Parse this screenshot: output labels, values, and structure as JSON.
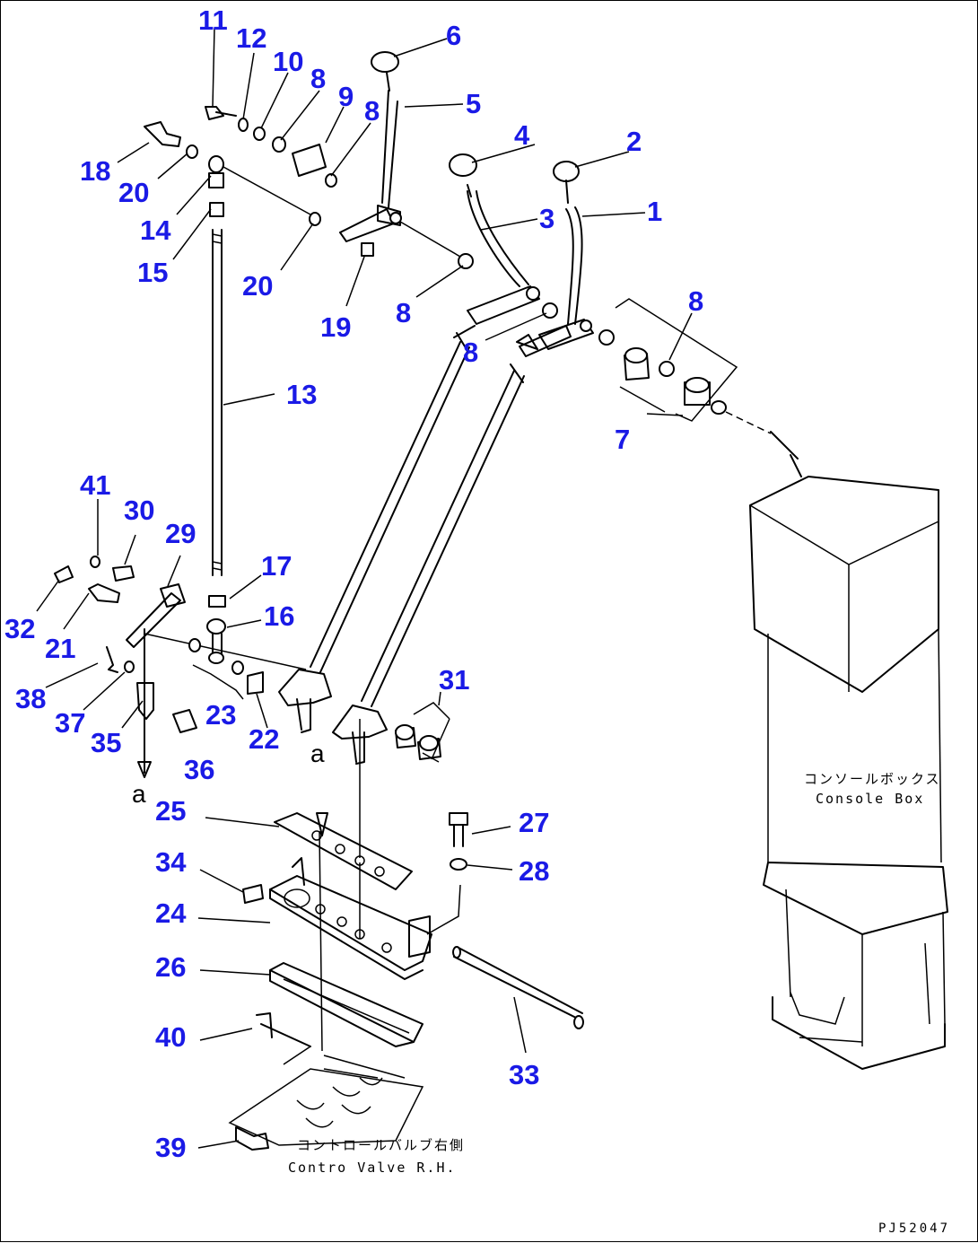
{
  "diagram": {
    "callouts": [
      "1",
      "2",
      "3",
      "4",
      "5",
      "6",
      "7",
      "8",
      "9",
      "10",
      "11",
      "12",
      "13",
      "14",
      "15",
      "16",
      "17",
      "18",
      "19",
      "20",
      "21",
      "22",
      "23",
      "24",
      "25",
      "26",
      "27",
      "28",
      "29",
      "30",
      "31",
      "32",
      "33",
      "34",
      "35",
      "36",
      "37",
      "38",
      "39",
      "40",
      "41"
    ],
    "labels": {
      "console_box_jp": "コンソールボックス",
      "console_box_en": "Console Box",
      "control_valve_jp": "コントロールバルブ右側",
      "control_valve_en": "Contro  Valve R.H.",
      "ref_mark": "a",
      "drawing_code": "PJ52047"
    },
    "colors": {
      "callout": "#1a1ae6",
      "line": "#000000"
    }
  }
}
